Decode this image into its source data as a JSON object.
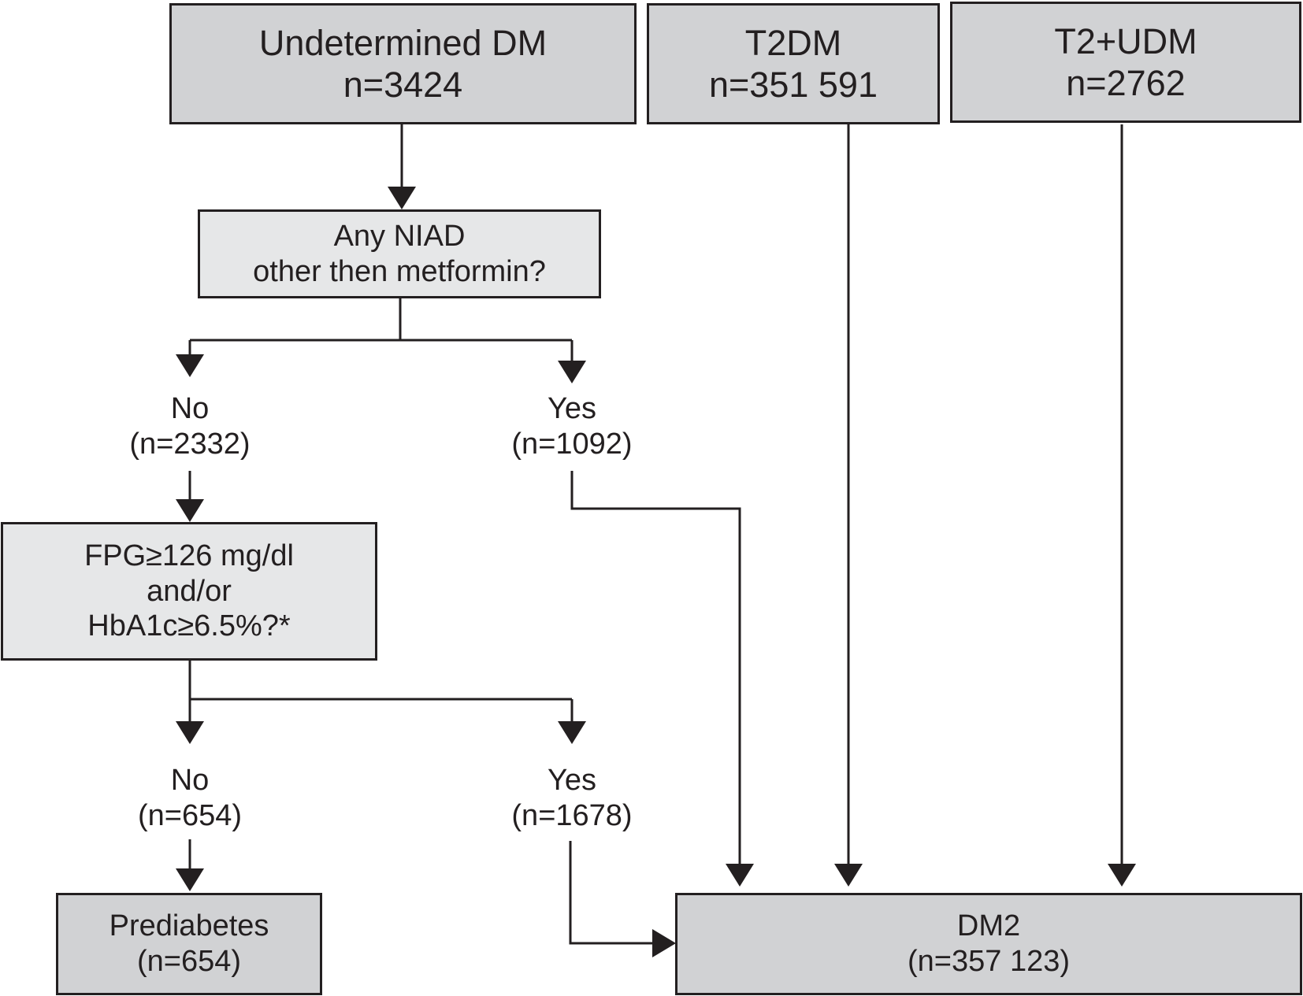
{
  "colors": {
    "line": "#231f20",
    "box_fill_dark": "#d1d2d4",
    "box_fill_light": "#e6e7e8",
    "background": "#ffffff"
  },
  "boxes": {
    "undetermined_dm": {
      "title": "Undetermined DM",
      "count": "n=3424"
    },
    "t2dm": {
      "title": "T2DM",
      "count": "n=351 591"
    },
    "t2_udm": {
      "title": "T2+UDM",
      "count": "n=2762"
    },
    "niad_question": {
      "line1": "Any NIAD",
      "line2": "other then metformin?"
    },
    "fpg_question": {
      "line1": "FPG≥126 mg/dl",
      "line2": "and/or",
      "line3": "HbA1c≥6.5%?*"
    },
    "prediabetes": {
      "title": "Prediabetes",
      "count": "(n=654)"
    },
    "dm2": {
      "title": "DM2",
      "count": "(n=357 123)"
    }
  },
  "branches": {
    "niad_no": {
      "answer": "No",
      "count": "(n=2332)"
    },
    "niad_yes": {
      "answer": "Yes",
      "count": "(n=1092)"
    },
    "fpg_no": {
      "answer": "No",
      "count": "(n=654)"
    },
    "fpg_yes": {
      "answer": "Yes",
      "count": "(n=1678)"
    }
  }
}
